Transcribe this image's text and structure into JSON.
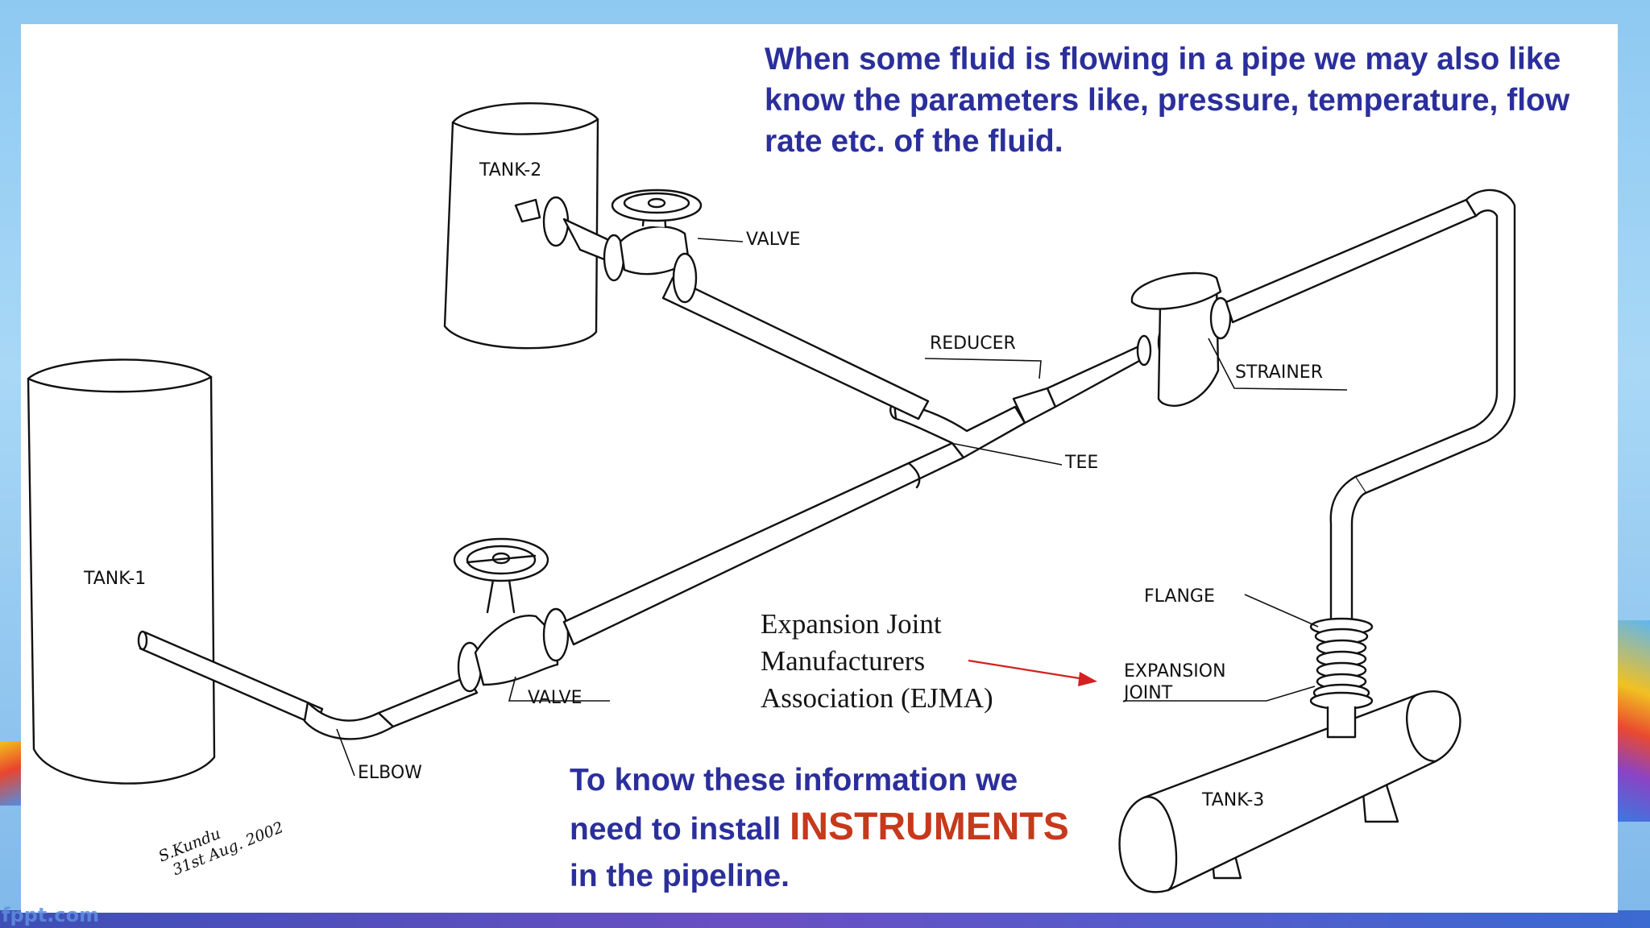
{
  "slide": {
    "intro_text": "When some fluid is flowing in a pipe we may also like know the parameters like, pressure, temperature, flow rate etc. of the fluid.",
    "outro": {
      "line1": "To know these information we",
      "line2_pre": "need to install ",
      "line2_emph": "INSTRUMENTS",
      "line3": "in the pipeline."
    },
    "ejma": {
      "line1": "Expansion Joint",
      "line2": "Manufacturers",
      "line3": "Association (EJMA)"
    },
    "footer_brand": "fppt.com"
  },
  "diagram": {
    "labels": {
      "tank1": "TANK-1",
      "tank2": "TANK-2",
      "tank3": "TANK-3",
      "valve_top": "VALVE",
      "valve_bottom": "VALVE",
      "reducer": "REDUCER",
      "tee": "TEE",
      "strainer": "STRAINER",
      "flange": "FLANGE",
      "expansion_joint_l1": "EXPANSION",
      "expansion_joint_l2": "JOINT",
      "elbow": "ELBOW"
    },
    "signature": {
      "name": "S.Kundu",
      "date": "31st Aug. 2002"
    }
  },
  "colors": {
    "heading_text": "#2b2f9b",
    "emphasis": "#c6391c",
    "arrow": "#d42020",
    "line_art": "#111111"
  }
}
